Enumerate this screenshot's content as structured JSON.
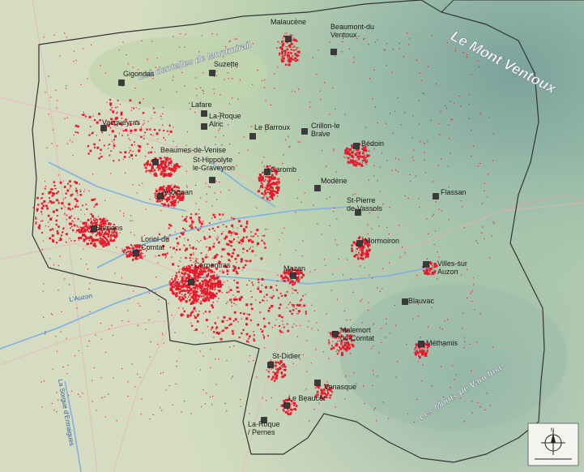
{
  "regions": {
    "dentelles": "Les dentelles de Montmirail",
    "ventoux": "Le Mont Ventoux",
    "monts_vaucluse": "Les Monts de Vaucluse"
  },
  "rivers": {
    "auzon": "L'Auzon",
    "sorgue": "La Sorgue d'Entraigues"
  },
  "towns": [
    {
      "key": "malaucene",
      "label": [
        "Malaucène"
      ]
    },
    {
      "key": "beaumont",
      "label": [
        "Beaumont-du",
        "Ventoux"
      ]
    },
    {
      "key": "suzette",
      "label": [
        "Suzette"
      ]
    },
    {
      "key": "gigondas",
      "label": [
        "Gigondas"
      ]
    },
    {
      "key": "lafare",
      "label": [
        "Lafare"
      ]
    },
    {
      "key": "laroque_alric",
      "label": [
        "La-Roque",
        "Alric"
      ]
    },
    {
      "key": "vacqueyras",
      "label": [
        "Vacqueyras"
      ]
    },
    {
      "key": "barroux",
      "label": [
        "Le Barroux"
      ]
    },
    {
      "key": "crillon",
      "label": [
        "Crillon-le",
        "Brave"
      ]
    },
    {
      "key": "bedoin",
      "label": [
        "Bédoin"
      ]
    },
    {
      "key": "beaumes",
      "label": [
        "Beaumes-de-Venise"
      ]
    },
    {
      "key": "st_hippolyte",
      "label": [
        "St-Hippolyte",
        "le-Graveyron"
      ]
    },
    {
      "key": "caromb",
      "label": [
        "Caromb"
      ]
    },
    {
      "key": "modene",
      "label": [
        "Modène"
      ]
    },
    {
      "key": "aubignan",
      "label": [
        "Aubignan"
      ]
    },
    {
      "key": "flassan",
      "label": [
        "Flassan"
      ]
    },
    {
      "key": "st_pierre",
      "label": [
        "St-Pierre",
        "de-Vassols"
      ]
    },
    {
      "key": "sarrians",
      "label": [
        "Sarrians"
      ]
    },
    {
      "key": "loriol",
      "label": [
        "Loriol-du",
        "Comtat"
      ]
    },
    {
      "key": "mormoiron",
      "label": [
        "Mormoiron"
      ]
    },
    {
      "key": "carpentras",
      "label": [
        "Carpentras"
      ]
    },
    {
      "key": "mazan",
      "label": [
        "Mazan"
      ]
    },
    {
      "key": "villes",
      "label": [
        "Villes-sur",
        "Auzon"
      ]
    },
    {
      "key": "blauvac",
      "label": [
        "Blauvac"
      ]
    },
    {
      "key": "malemort",
      "label": [
        "Malemort",
        "du-Comtat"
      ]
    },
    {
      "key": "methamis",
      "label": [
        "Méthamis"
      ]
    },
    {
      "key": "st_didier",
      "label": [
        "St-Didier"
      ]
    },
    {
      "key": "venasque",
      "label": [
        "Venasque"
      ]
    },
    {
      "key": "beaucet",
      "label": [
        "Le Beaucet"
      ]
    },
    {
      "key": "laroque_pernes",
      "label": [
        "La-Roque",
        "/ Pernes"
      ]
    }
  ],
  "compass": {
    "north": "N"
  },
  "colors": {
    "urban": "#e8192c",
    "river": "#7fb0e0",
    "border": "#333333",
    "plain": "#dcdcc4",
    "hill": "#a8c8a0",
    "mountain": "#7fa8a0"
  }
}
